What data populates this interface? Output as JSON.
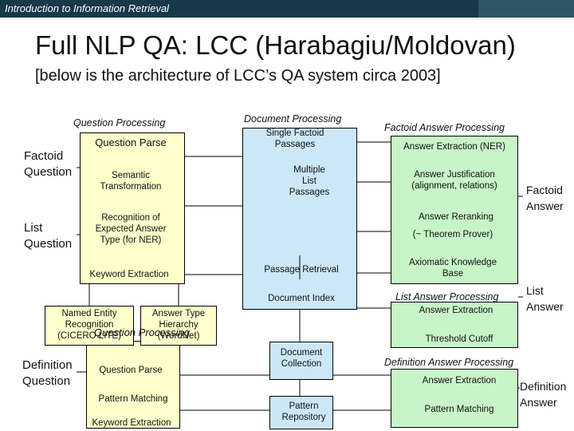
{
  "header": {
    "course": "Introduction to Information Retrieval",
    "title": "Full NLP QA: LCC (Harabagiu/Moldovan)",
    "subtitle": "[below is the architecture of LCC’s QA system circa 2003]"
  },
  "colors": {
    "topbar": "#17394a",
    "qp_fill": "#ffffcc",
    "doc_fill": "#cce8f8",
    "answer_fill": "#c8f5c8"
  },
  "question_processing": {
    "header": "Question Processing",
    "parse": "Question Parse",
    "semantic": "Semantic\nTransformation",
    "recognition": "Recognition of\nExpected Answer\nType (for NER)",
    "keyword": "Keyword Extraction"
  },
  "resources": {
    "ner": "Named Entity\nRecognition\n(CICERO LITE)",
    "hierarchy": "Answer Type\nHierarchy\n(WordNet)"
  },
  "inputs": {
    "factoid_q": "Factoid\nQuestion",
    "list_q": "List\nQuestion",
    "definition_q": "Definition\nQuestion"
  },
  "document_processing": {
    "header": "Document Processing",
    "single": "Single Factoid\nPassages",
    "multiple": "Multiple\nList\nPassages",
    "retrieval": "Passage Retrieval",
    "index": "Document Index",
    "collection": "Document\nCollection"
  },
  "factoid_answer": {
    "header": "Factoid Answer Processing",
    "extraction": "Answer Extraction (NER)",
    "justification": "Answer Justification\n(alignment, relations)",
    "reranking": "Answer Reranking",
    "prover": "(~ Theorem Prover)",
    "axiomatic": "Axiomatic Knowledge\nBase"
  },
  "list_answer": {
    "header": "List Answer Processing",
    "extraction": "Answer Extraction",
    "threshold": "Threshold Cutoff"
  },
  "definition_qp": {
    "header": "Question Processing",
    "parse": "Question Parse",
    "pattern": "Pattern Matching",
    "keyword": "Keyword Extraction"
  },
  "pattern_repository": "Pattern\nRepository",
  "definition_answer": {
    "header": "Definition Answer Processing",
    "extraction": "Answer Extraction",
    "pattern": "Pattern Matching"
  },
  "outputs": {
    "factoid_a": "Factoid\nAnswer",
    "list_a": "List\nAnswer",
    "definition_a": "Definition\nAnswer"
  }
}
